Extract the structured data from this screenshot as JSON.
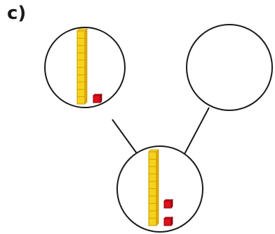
{
  "part_label": "c)",
  "colors": {
    "ten_rod_fill": "#f6d21c",
    "ten_rod_edge": "#c99a00",
    "ten_rod_side": "#e0a800",
    "unit_cube_fill": "#e0101c",
    "unit_cube_edge": "#8a0008",
    "circle_stroke": "#1a1a1a",
    "connector_stroke": "#1a1a1a"
  },
  "part_whole": {
    "whole": {
      "tens": 1,
      "ones": 2
    },
    "part_left": {
      "tens": 1,
      "ones": 1
    },
    "part_right": {
      "tens": null,
      "ones": null,
      "blank": true
    }
  }
}
